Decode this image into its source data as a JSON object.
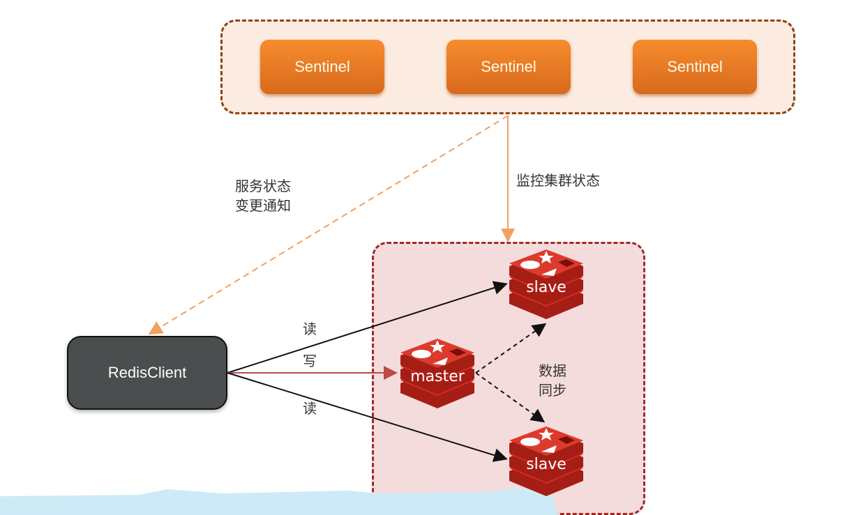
{
  "sentinels": [
    {
      "label": "Sentinel"
    },
    {
      "label": "Sentinel"
    },
    {
      "label": "Sentinel"
    }
  ],
  "client": {
    "label": "RedisClient"
  },
  "nodes": {
    "slave_top": {
      "label": "slave"
    },
    "master": {
      "label": "master"
    },
    "slave_bottom": {
      "label": "slave"
    }
  },
  "edges": {
    "notify": {
      "line1": "服务状态",
      "line2": "变更通知"
    },
    "monitor": {
      "label": "监控集群状态"
    },
    "read_top": {
      "label": "读"
    },
    "write": {
      "label": "写"
    },
    "read_bottom": {
      "label": "读"
    },
    "sync": {
      "line1": "数据",
      "line2": "同步"
    }
  },
  "colors": {
    "sentinel_orange": "#f0802a",
    "sentinel_group_border": "#8b4513",
    "cluster_border": "#a12a2a",
    "redis_red": "#d82c20",
    "client_fill": "#4a4e4f",
    "notify_line": "#f0a060",
    "write_line": "#b84a4a"
  }
}
